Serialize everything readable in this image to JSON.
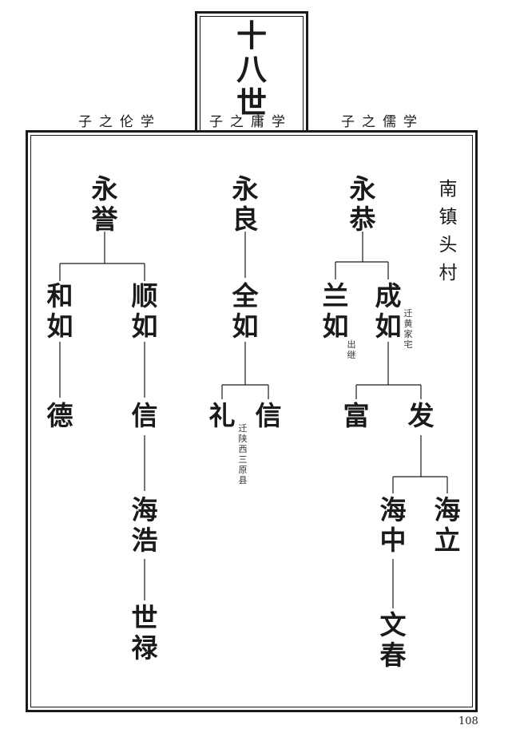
{
  "generation": {
    "title": [
      "十",
      "八",
      "世"
    ]
  },
  "branches": {
    "left": "子之伦学",
    "middle": "子之庸学",
    "right": "子之儒学"
  },
  "village": [
    "南",
    "镇",
    "头",
    "村"
  ],
  "names": {
    "yongyu": [
      "永",
      "誉"
    ],
    "heru": [
      "和",
      "如"
    ],
    "shunru": [
      "顺",
      "如"
    ],
    "de": [
      "德"
    ],
    "xin_left": [
      "信"
    ],
    "haihao": [
      "海",
      "浩"
    ],
    "shilu": [
      "世",
      "禄"
    ],
    "yongliang": [
      "永",
      "良"
    ],
    "quanru": [
      "全",
      "如"
    ],
    "li": [
      "礼"
    ],
    "xin_mid": [
      "信"
    ],
    "yonggong": [
      "永",
      "恭"
    ],
    "lanru": [
      "兰",
      "如"
    ],
    "chengru": [
      "成",
      "如"
    ],
    "fu": [
      "富"
    ],
    "fa": [
      "发"
    ],
    "haizhong": [
      "海",
      "中"
    ],
    "haili": [
      "海",
      "立"
    ],
    "wenchun": [
      "文",
      "春"
    ]
  },
  "notes": {
    "xin_mid": [
      "迁",
      "陕",
      "西",
      "三",
      "原",
      "县"
    ],
    "lanru": [
      "出",
      "继"
    ],
    "chengru": [
      "迁",
      "黄",
      "家",
      "宅"
    ]
  },
  "page_number": "108"
}
